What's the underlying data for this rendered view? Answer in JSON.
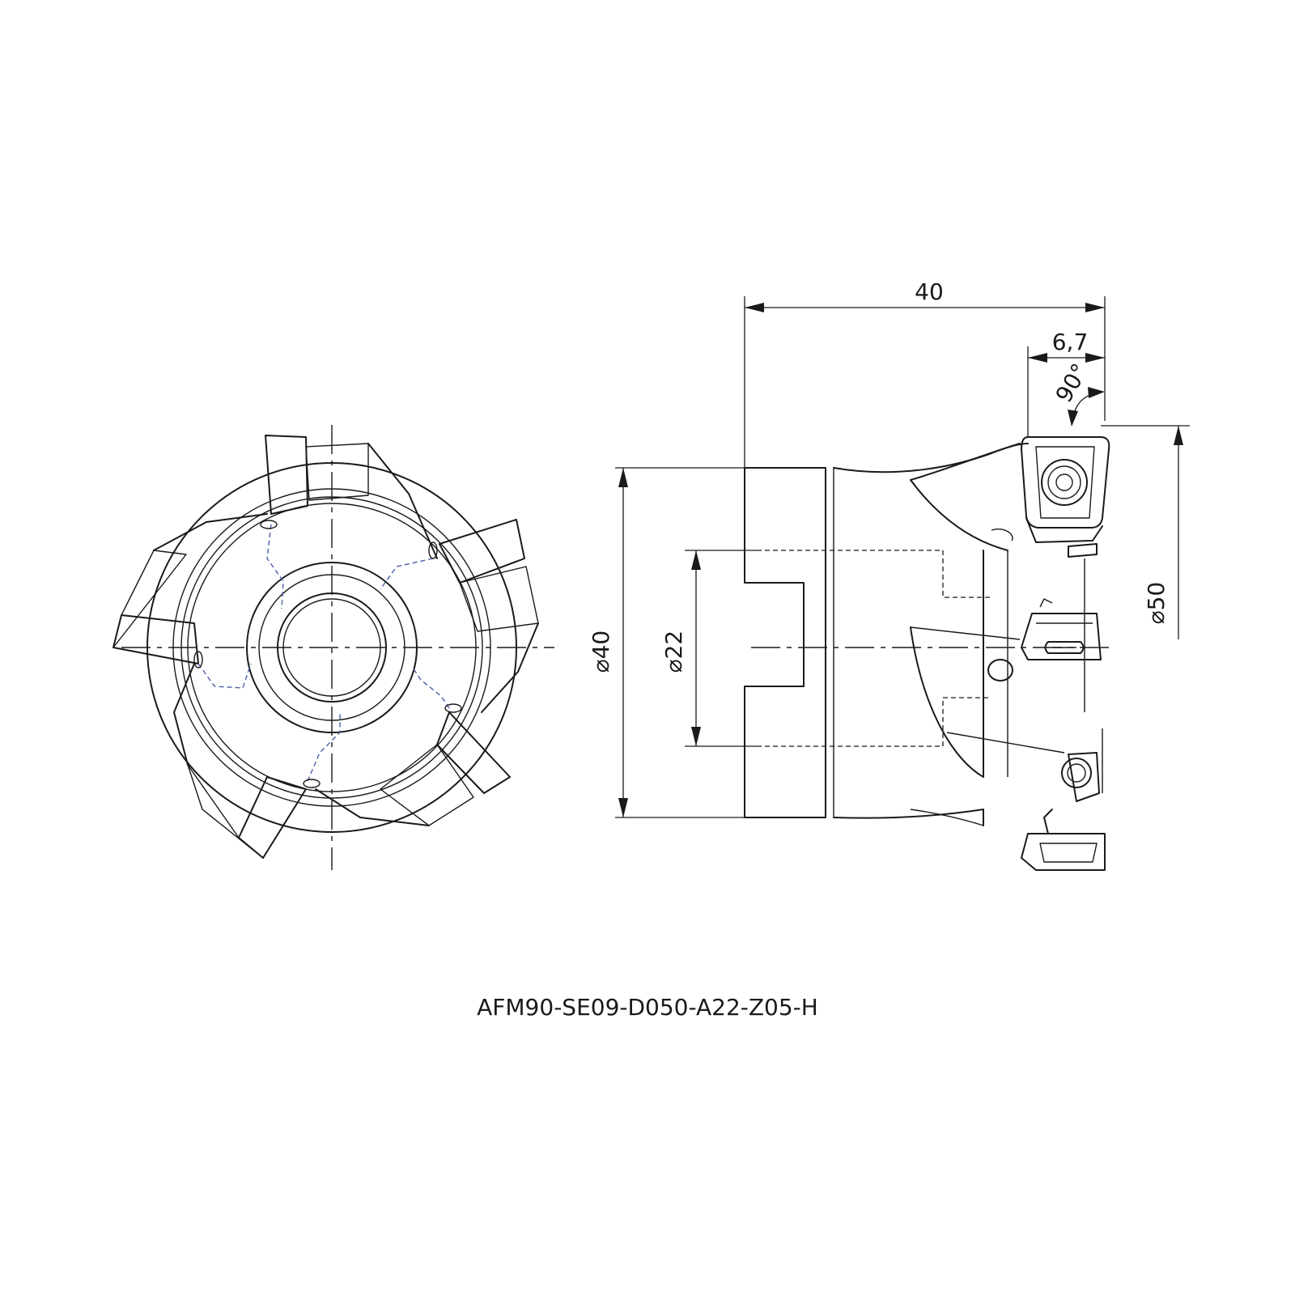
{
  "title": "AFM90-SE09-D050-A22-Z05-H",
  "dimensions": {
    "length": "40",
    "insert_height": "6,7",
    "angle": "90°",
    "shank_diameter": "⌀40",
    "bore_diameter": "⌀22",
    "cutter_diameter": "⌀50"
  },
  "colors": {
    "line": "#1a1a1a",
    "hidden_blue": "#4a5fa8"
  }
}
